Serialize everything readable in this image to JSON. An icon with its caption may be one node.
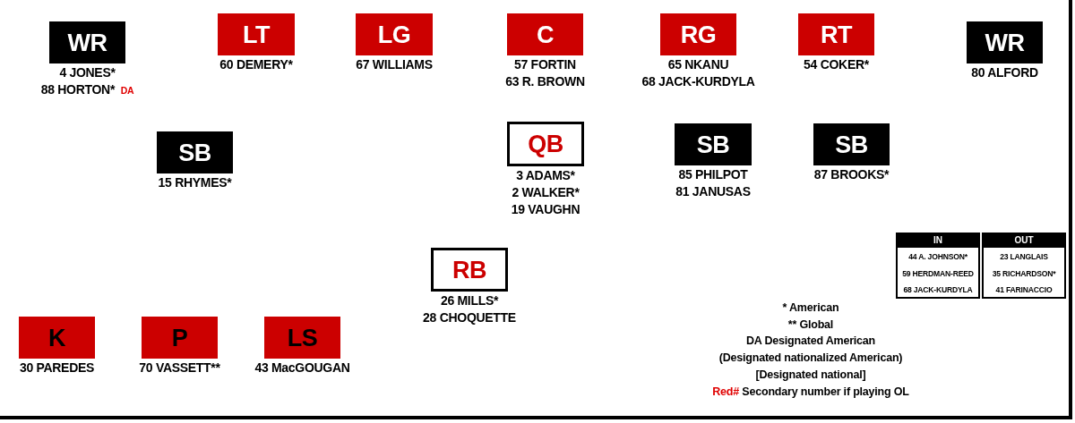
{
  "diagram": {
    "nodes": [
      {
        "text": [
          "WR"
        ],
        "beside": [
          "4 JONES*",
          "88 HORTON* DA"
        ]
      },
      {
        "text": [
          "LT"
        ],
        "beside": [
          "60 DEMERY*"
        ]
      },
      {
        "text": [
          "LG"
        ],
        "beside": [
          "67 WILLIAMS"
        ]
      },
      {
        "text": [
          "C"
        ],
        "beside": [
          "57 FORTIN",
          "63 R. BROWN"
        ]
      },
      {
        "text": [
          "RG"
        ],
        "beside": [
          "65 NKANU",
          "68 JACK-KURDYLA"
        ]
      },
      {
        "text": [
          "RT"
        ],
        "beside": [
          "54 COKER*"
        ]
      },
      {
        "text": [
          "WR"
        ],
        "beside": [
          "80 ALFORD"
        ]
      },
      {
        "text": [
          "SB"
        ],
        "beside": [
          "15 RHYMES*"
        ]
      },
      {
        "text": [
          "QB"
        ],
        "beside": [
          "3 ADAMS*",
          "2 WALKER*",
          "19 VAUGHN"
        ]
      },
      {
        "text": [
          "SB"
        ],
        "beside": [
          "85 PHILPOT",
          "81 JANUSAS"
        ]
      },
      {
        "text": [
          "SB"
        ],
        "beside": [
          "87 BROOKS*"
        ]
      },
      {
        "text": [
          "RB"
        ],
        "beside": [
          "26 MILLS*",
          "28 CHOQUETTE"
        ]
      },
      {
        "text": [
          "K"
        ],
        "beside": [
          "30 PAREDES"
        ]
      },
      {
        "text": [
          "P"
        ],
        "beside": [
          "70 VASSETT**"
        ]
      },
      {
        "text": [
          "LS"
        ],
        "beside": [
          "43 MacGOUGAN"
        ]
      }
    ],
    "labels": [
      "IN",
      "OUT",
      "44 A. JOHNSON*",
      "23 LANGLAIS",
      "59 HERDMAN-REED",
      "35 RICHARDSON*",
      "68 JACK-KURDYLA",
      "41 FARINACCIO",
      "* American",
      "** Global",
      "DA Designated American",
      "(Designated nationalized American)",
      "[Designated national]",
      "Red# Secondary number if playing OL"
    ]
  }
}
